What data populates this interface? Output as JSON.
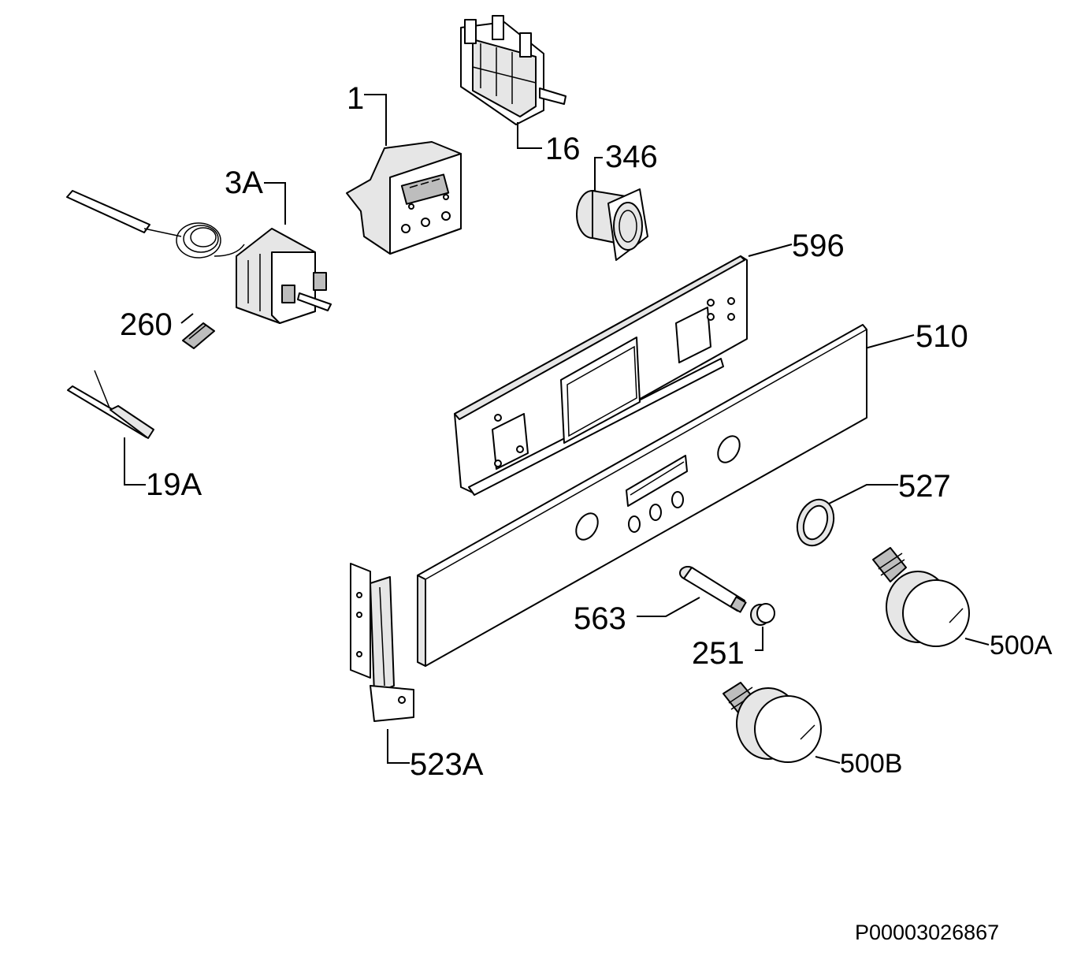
{
  "callouts": {
    "c1": "1",
    "c16": "16",
    "c346": "346",
    "c3a": "3A",
    "c596": "596",
    "c260": "260",
    "c510": "510",
    "c19a": "19A",
    "c527": "527",
    "c563": "563",
    "c500a": "500A",
    "c251": "251",
    "c523a": "523A",
    "c500b": "500B"
  },
  "drawing_number": "P00003026867"
}
